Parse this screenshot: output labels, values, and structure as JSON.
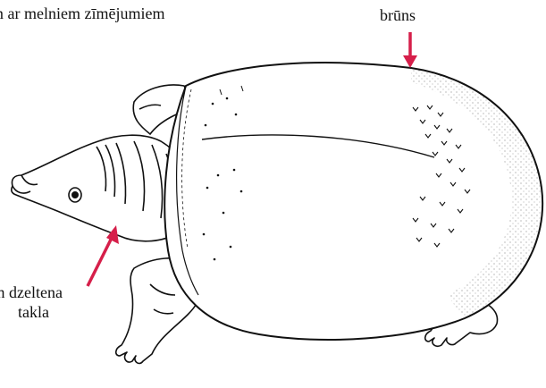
{
  "annotations": {
    "top_partial": "m ar melniem zīmējumiem",
    "shell_color": "brūns",
    "neck_line1": "s un dzeltena",
    "neck_line2": "takla"
  },
  "colors": {
    "arrow": "#d61f4a",
    "ink": "#111111",
    "shell_fill": "#ffffff"
  },
  "icons": {
    "turtle": "softshell-turtle-illustration",
    "arrows": "red-pointer-arrow"
  }
}
